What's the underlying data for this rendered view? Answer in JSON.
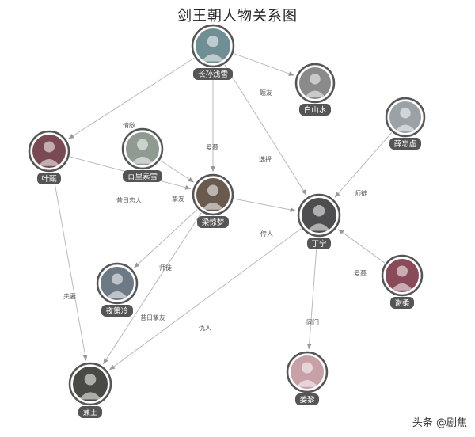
{
  "title": "剑王朝人物关系图",
  "watermark": "头条 @剧焦",
  "nodes": [
    {
      "id": "changsun",
      "label": "长孙浅雪",
      "color": "#6f8f94"
    },
    {
      "id": "bai",
      "label": "白山水",
      "color": "#8a8a8a"
    },
    {
      "id": "xue",
      "label": "薛忘虚",
      "color": "#9aa2a6"
    },
    {
      "id": "ye",
      "label": "叶甄",
      "color": "#7a4a52"
    },
    {
      "id": "baili",
      "label": "百里素雪",
      "color": "#8f9a90"
    },
    {
      "id": "liang",
      "label": "梁惊梦",
      "color": "#6a5a4e"
    },
    {
      "id": "ding",
      "label": "丁宁",
      "color": "#4e4e50"
    },
    {
      "id": "yece",
      "label": "夜策冷",
      "color": "#6d7a86"
    },
    {
      "id": "xierou",
      "label": "谢柔",
      "color": "#8a4a5a"
    },
    {
      "id": "jiangwang",
      "label": "蒹王",
      "color": "#4a4a44"
    },
    {
      "id": "jiangli",
      "label": "姜黎",
      "color": "#c7a0a8"
    }
  ],
  "edges": [
    {
      "from": "changsun",
      "to": "bai",
      "label": "题友"
    },
    {
      "from": "changsun",
      "to": "ye",
      "label": "情敌"
    },
    {
      "from": "changsun",
      "to": "liang",
      "label": "爱慕"
    },
    {
      "from": "changsun",
      "to": "ding",
      "label": "选择"
    },
    {
      "from": "ye",
      "to": "liang",
      "label": "昔日恋人"
    },
    {
      "from": "baili",
      "to": "liang",
      "label": "挚友"
    },
    {
      "from": "liang",
      "to": "ding",
      "label": "传人"
    },
    {
      "from": "xue",
      "to": "ding",
      "label": "师徒"
    },
    {
      "from": "liang",
      "to": "yece",
      "label": "师徒"
    },
    {
      "from": "ye",
      "to": "jiangwang",
      "label": "夫妻"
    },
    {
      "from": "liang",
      "to": "jiangwang",
      "label": "昔日挚友"
    },
    {
      "from": "ding",
      "to": "jiangwang",
      "label": "仇人"
    },
    {
      "from": "xierou",
      "to": "ding",
      "label": "爱慕"
    },
    {
      "from": "ding",
      "to": "jiangli",
      "label": "同门"
    }
  ]
}
